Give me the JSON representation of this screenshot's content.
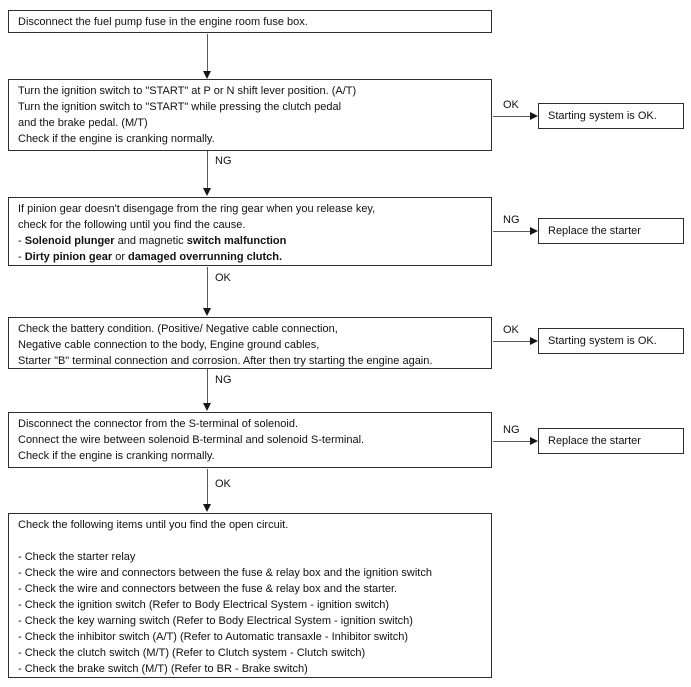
{
  "flowchart": {
    "steps": {
      "box1": {
        "lines": [
          "Disconnect the fuel pump fuse in the engine room fuse box."
        ]
      },
      "box2": {
        "lines": [
          "Turn the ignition switch to \"START\" at P or N shift lever position. (A/T)",
          "Turn the ignition switch to \"START\" while pressing the clutch pedal",
          "and the brake pedal. (M/T)",
          "Check if the engine is cranking normally."
        ]
      },
      "box3": {
        "lines": [
          "If pinion gear doesn't disengage from the ring gear when you release key,",
          "check for the following until you find the cause."
        ],
        "l3_pre": "- ",
        "l3_b1": "Solenoid plunger",
        "l3_mid": " and magnetic ",
        "l3_b2": "switch malfunction",
        "l4_pre": "- ",
        "l4_b1": "Dirty pinion gear",
        "l4_mid": " or ",
        "l4_b2": "damaged overrunning clutch."
      },
      "box4": {
        "lines": [
          "Check the battery condition. (Positive/ Negative cable connection,",
          "Negative cable connection to the body, Engine ground cables,",
          "Starter \"B\" terminal connection and corrosion. After then try starting the engine again."
        ]
      },
      "box5": {
        "lines": [
          "Disconnect the connector from the S-terminal of solenoid.",
          "Connect the wire between solenoid B-terminal and solenoid S-terminal.",
          "Check if the engine is cranking normally."
        ]
      },
      "box6": {
        "lines": [
          "Check the following items until you find the open circuit.",
          "",
          "- Check the starter relay",
          "- Check the wire and connectors between the fuse & relay box and the ignition switch",
          "- Check the wire and connectors between the fuse & relay box and the starter.",
          "- Check the ignition switch (Refer to Body Electrical System - ignition switch)",
          "- Check the key warning switch (Refer to Body Electrical System - ignition switch)",
          "- Check the inhibitor switch (A/T) (Refer to Automatic transaxle - Inhibitor switch)",
          "- Check the clutch switch (M/T) (Refer to Clutch system - Clutch switch)",
          "- Check the brake switch (M/T) (Refer to BR - Brake switch)"
        ]
      }
    },
    "edge_labels": {
      "down2": "NG",
      "down3": "OK",
      "down4": "NG",
      "down5": "OK",
      "side1": "OK",
      "side2": "NG",
      "side3": "OK",
      "side4": "NG"
    },
    "results": {
      "r1": "Starting system is OK.",
      "r2": "Replace the starter",
      "r3": "Starting system is OK.",
      "r4": "Replace the starter"
    },
    "colors": {
      "background": "#ffffff",
      "box_border": "#2e2e2e",
      "arrow_line": "#5a5a5a",
      "arrow_head": "#161616",
      "text": "#111111"
    }
  }
}
